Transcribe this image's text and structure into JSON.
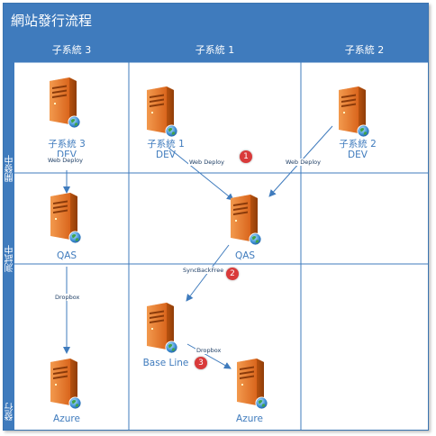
{
  "title": "網站發行流程",
  "columns": [
    "子系統 3",
    "子系統 1",
    "子系統 2"
  ],
  "lanes": [
    "開發中",
    "測試中",
    "發行"
  ],
  "nodes": {
    "sub3_dev": {
      "name": "子系統 3",
      "env": "DEV"
    },
    "sub1_dev": {
      "name": "子系統 1",
      "env": "DEV"
    },
    "sub2_dev": {
      "name": "子系統 2",
      "env": "DEV"
    },
    "sub3_qas": {
      "label": "QAS"
    },
    "sub1_qas": {
      "label": "QAS"
    },
    "sub3_azure": {
      "label": "Azure"
    },
    "baseline": {
      "label": "Base Line"
    },
    "sub1_azure": {
      "label": "Azure"
    }
  },
  "edges": {
    "sub3_deploy": "Web Deploy",
    "sub1_deploy": "Web Deploy",
    "sub2_deploy": "Web Deploy",
    "sync": "SyncBackFree",
    "sub3_dropbox": "Dropbox",
    "baseline_dropbox": "Dropbox"
  },
  "steps": [
    "1",
    "2",
    "3"
  ],
  "colors": {
    "accent": "#3f7bbd",
    "server": "#e8782a",
    "badge": "#d93a3a"
  }
}
